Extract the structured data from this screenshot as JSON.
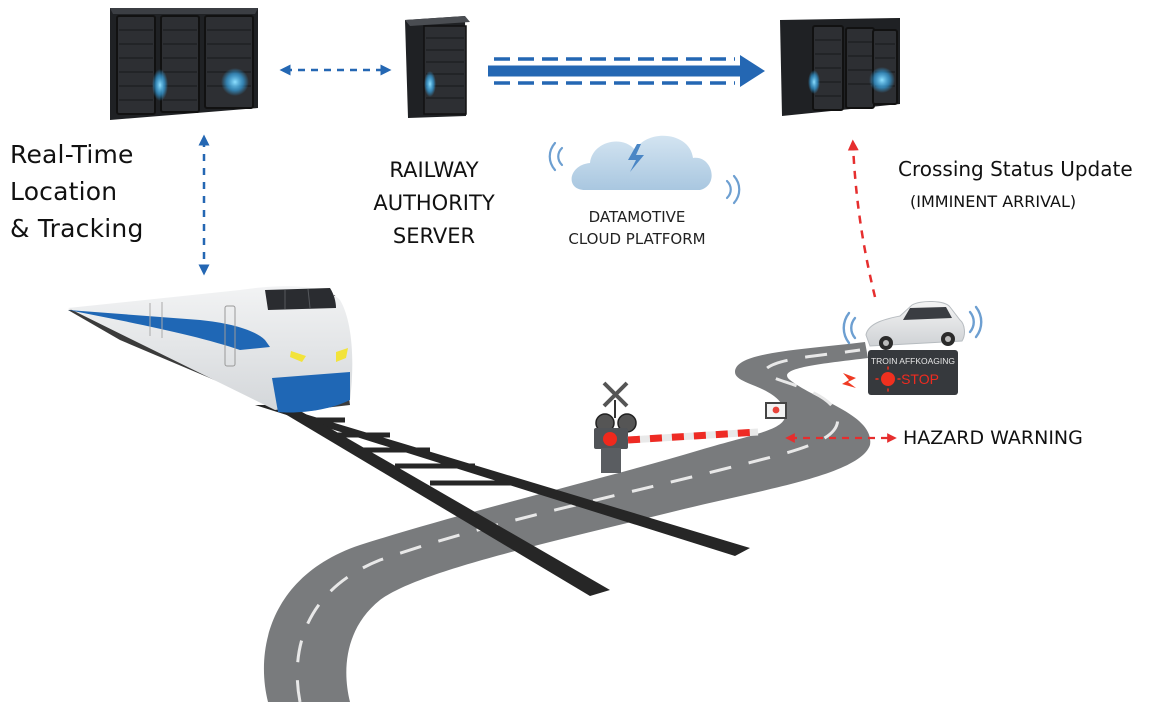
{
  "diagram": {
    "title": "Railway crossing hazard warning data flow",
    "colors": {
      "link_blue": "#2467b3",
      "alert_red": "#e62e2e",
      "road_gray": "#797b7d",
      "track_black": "#262626",
      "server_dark": "#2d2f33",
      "server_glow": "#38b6ff",
      "cloud_blue": "#b9d3e8",
      "train_blue": "#1f67b5"
    },
    "nodes": {
      "tracking_server": {
        "label_lines": [
          "Real-Time",
          "Location",
          "& Tracking"
        ],
        "icon": "server-rack-icon"
      },
      "railway_server": {
        "label_lines": [
          "RAILWAY",
          "AUTHORITY",
          "SERVER"
        ],
        "icon": "server-tower-icon"
      },
      "cloud": {
        "label_lines": [
          "DATAMOTIVE",
          "CLOUD PLATFORM"
        ],
        "icon": "cloud-lightning-icon"
      },
      "crossing_server": {
        "icon": "server-rack-icon"
      },
      "train": {
        "icon": "bullet-train-icon"
      },
      "crossing": {
        "icon": "railroad-crossing-signal-icon"
      },
      "car": {
        "icon": "connected-car-icon"
      }
    },
    "annotations": {
      "crossing_status": "Crossing Status Update",
      "imminent": "(IMMINENT ARRIVAL)",
      "hazard_warning": "HAZARD WARNING"
    },
    "in_car_display": {
      "message": "TROIN AFFKOAGING",
      "action": "STOP"
    },
    "links": [
      {
        "from": "tracking_server",
        "to": "railway_server",
        "style": "dashed",
        "direction": "bidirectional",
        "color": "blue"
      },
      {
        "from": "railway_server",
        "to": "crossing_server",
        "style": "thick-with-dashes",
        "direction": "forward",
        "color": "blue"
      },
      {
        "from": "train",
        "to": "tracking_server",
        "style": "dashed",
        "direction": "bidirectional",
        "color": "blue"
      },
      {
        "from": "car",
        "to": "crossing_server",
        "style": "dashed",
        "direction": "forward",
        "color": "red"
      },
      {
        "from": "road",
        "to": "hazard_warning",
        "style": "dashed",
        "direction": "bidirectional",
        "color": "red"
      }
    ]
  }
}
